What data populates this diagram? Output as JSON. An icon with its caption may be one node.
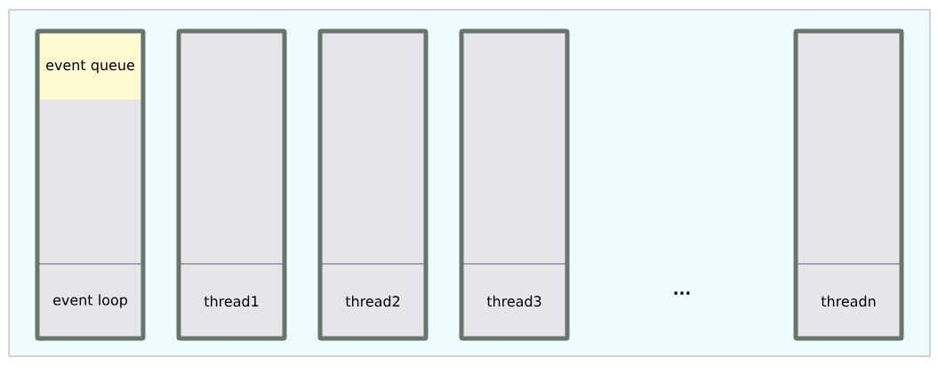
{
  "diagram": {
    "nodes": [
      {
        "text": [
          "event loop"
        ]
      },
      {
        "text": [
          "event queue"
        ],
        "in": 0
      },
      {
        "text": [
          "thread1"
        ]
      },
      {
        "text": [
          "thread2"
        ]
      },
      {
        "text": [
          "thread3"
        ]
      },
      {
        "text": [
          "threadn"
        ]
      }
    ],
    "labels": [
      "..."
    ]
  }
}
